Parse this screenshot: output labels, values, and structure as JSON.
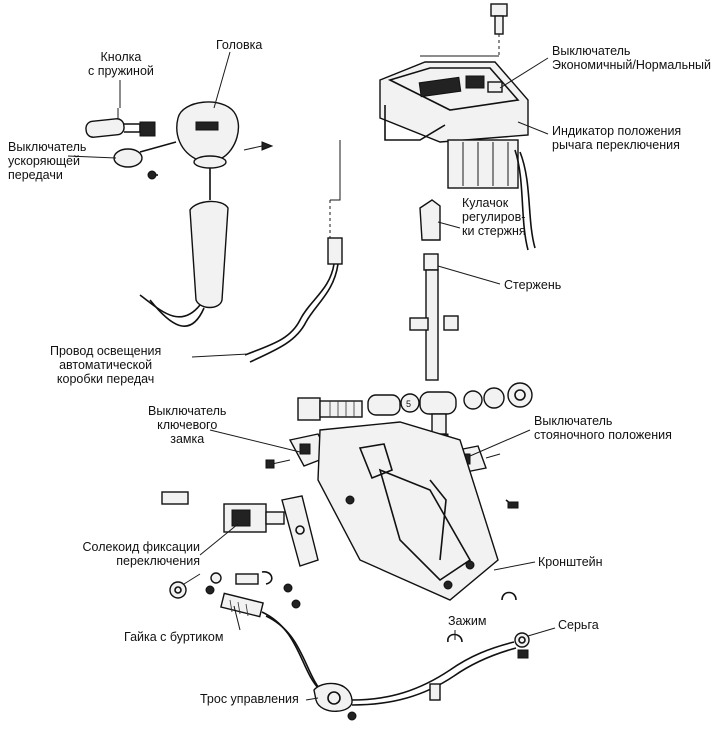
{
  "labels": {
    "button_spring": [
      "Кнолка",
      "с пружиной"
    ],
    "knob": "Головка",
    "overdrive_switch": [
      "Выключатель",
      "ускоряющей",
      "передачи"
    ],
    "eco_normal_switch": [
      "Выключатель",
      "Экономичный/Нормальный"
    ],
    "position_indicator": [
      "Индикатор положения",
      "рычага переключения"
    ],
    "rod_cam": [
      "Кулачок",
      "регулиров-",
      "ки стержня"
    ],
    "rod": "Стержень",
    "light_wire": [
      "Провод освещения",
      "автоматической",
      "коробки передач"
    ],
    "key_lock_switch": [
      "Выключатель",
      "ключевого",
      "замка"
    ],
    "park_switch": [
      "Выключатель",
      "стояночного положения"
    ],
    "shift_lock_solenoid": [
      "Солекоид фиксации",
      "переключения"
    ],
    "bracket": "Кронштейн",
    "flange_nut": "Гайка с буртиком",
    "clamp": "Зажим",
    "shackle": "Серьга",
    "control_cable": "Трос управления"
  },
  "colors": {
    "ink": "#111111",
    "paper": "#ffffff"
  }
}
